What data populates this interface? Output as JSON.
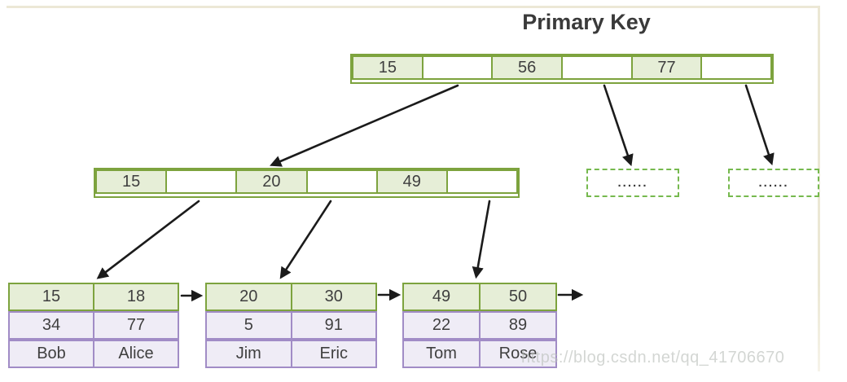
{
  "title": "Primary Key",
  "watermark": "https://blog.csdn.net/qq_41706670",
  "colors": {
    "index_cell_fill": "#e6eed7",
    "index_border": "#7da33e",
    "leaf_value_border": "#a18cc6",
    "leaf_value_fill": "#efecf6",
    "dashed_node_border": "#76b94e",
    "arrow": "#1b1b1b",
    "page_edge": "#ece8d6",
    "text": "#3f3f3f"
  },
  "tree": {
    "root": {
      "cells": [
        "15",
        "",
        "56",
        "",
        "77",
        ""
      ]
    },
    "internal": {
      "cells": [
        "15",
        "",
        "20",
        "",
        "49",
        ""
      ]
    },
    "dashed_nodes": [
      "......",
      "......"
    ],
    "leaves": [
      {
        "rows": [
          [
            "15",
            "18"
          ],
          [
            "34",
            "77"
          ],
          [
            "Bob",
            "Alice"
          ]
        ]
      },
      {
        "rows": [
          [
            "20",
            "30"
          ],
          [
            "5",
            "91"
          ],
          [
            "Jim",
            "Eric"
          ]
        ]
      },
      {
        "rows": [
          [
            "49",
            "50"
          ],
          [
            "22",
            "89"
          ],
          [
            "Tom",
            "Rose"
          ]
        ]
      }
    ]
  }
}
